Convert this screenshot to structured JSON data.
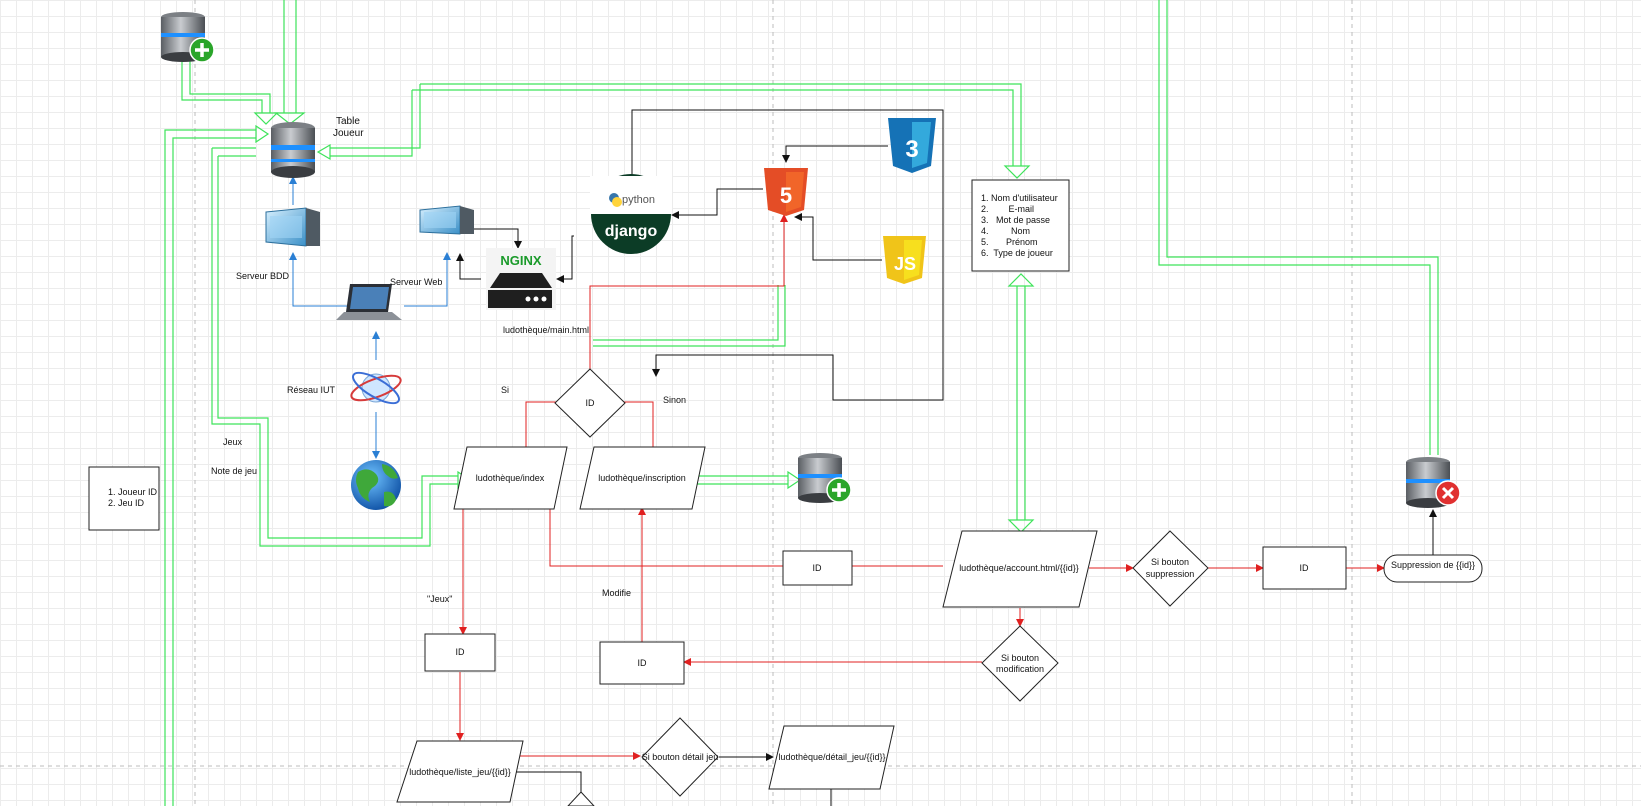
{
  "labels": {
    "table_joueur_line1": "Table",
    "table_joueur_line2": "Joueur",
    "serveur_bdd": "Serveur BDD",
    "serveur_web": "Serveur Web",
    "reseau_iut": "Réseau IUT",
    "main_html": "ludothèque/main.html",
    "si": "Si",
    "sinon": "Sinon",
    "jeux": "Jeux",
    "note_de_jeu": "Note de jeu",
    "jeux_quoted": "\"Jeux\"",
    "modifie": "Modifie"
  },
  "logos": {
    "python": "python",
    "django": "django",
    "nginx": "NGINX",
    "html5": "5",
    "css3": "3",
    "js": "JS"
  },
  "fields_box": [
    "1. Nom d'utilisateur",
    "2.        E-mail",
    "3.   Mot de passe",
    "4.         Nom",
    "5.       Prénom",
    "6.  Type de joueur"
  ],
  "ids_box": [
    "1. Joueur ID",
    "2. Jeu ID"
  ],
  "nodes": {
    "decision_id": "ID",
    "index": "ludothèque/index",
    "inscription": "ludothèque/inscription",
    "account": "ludothèque/account.html/{{id}}",
    "id_mid": "ID",
    "si_suppression_line1": "Si bouton",
    "si_suppression_line2": "suppression",
    "id_right": "ID",
    "suppression": "Suppression de {{id}}",
    "si_modification_line1": "Si bouton",
    "si_modification_line2": "modification",
    "id_modif": "ID",
    "id_jeux": "ID",
    "liste_jeu": "ludothèque/liste_jeu/{{id}}",
    "si_detail": "Si bouton détail jeu",
    "detail_jeu": "ludothèque/détail_jeu/{{id}}"
  }
}
